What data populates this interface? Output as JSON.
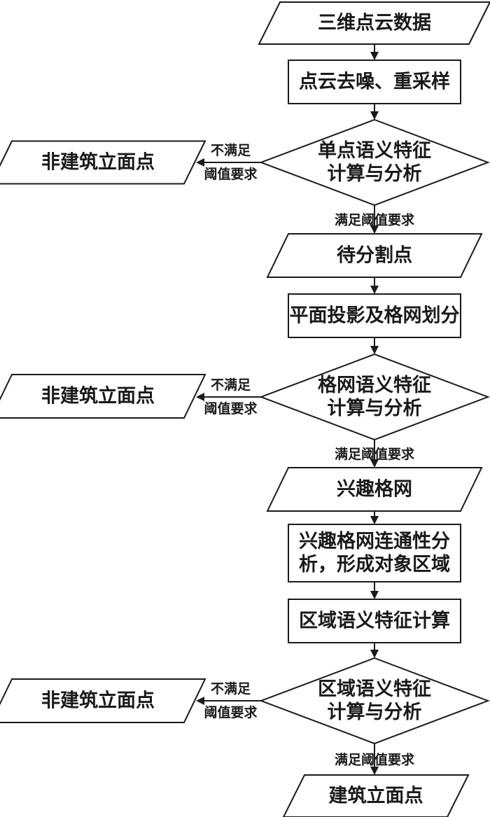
{
  "diagram": {
    "type": "flowchart",
    "nodes": [
      {
        "id": "n1",
        "shape": "parallelogram",
        "lines": [
          "三维点云数据"
        ]
      },
      {
        "id": "n2",
        "shape": "rectangle",
        "lines": [
          "点云去噪、重采样"
        ]
      },
      {
        "id": "n3",
        "shape": "diamond",
        "lines": [
          "单点语义特征",
          "计算与分析"
        ]
      },
      {
        "id": "n3r",
        "shape": "parallelogram",
        "lines": [
          "非建筑立面点"
        ]
      },
      {
        "id": "n4",
        "shape": "parallelogram",
        "lines": [
          "待分割点"
        ]
      },
      {
        "id": "n5",
        "shape": "rectangle",
        "lines": [
          "平面投影及格网划分"
        ]
      },
      {
        "id": "n6",
        "shape": "diamond",
        "lines": [
          "格网语义特征",
          "计算与分析"
        ]
      },
      {
        "id": "n6r",
        "shape": "parallelogram",
        "lines": [
          "非建筑立面点"
        ]
      },
      {
        "id": "n7",
        "shape": "parallelogram",
        "lines": [
          "兴趣格网"
        ]
      },
      {
        "id": "n8",
        "shape": "rectangle",
        "lines": [
          "兴趣格网连通性分",
          "析，形成对象区域"
        ]
      },
      {
        "id": "n9",
        "shape": "rectangle",
        "lines": [
          "区域语义特征计算"
        ]
      },
      {
        "id": "n10",
        "shape": "diamond",
        "lines": [
          "区域语义特征",
          "计算与分析"
        ]
      },
      {
        "id": "n10r",
        "shape": "parallelogram",
        "lines": [
          "非建筑立面点"
        ]
      },
      {
        "id": "n11",
        "shape": "parallelogram",
        "lines": [
          "建筑立面点"
        ]
      }
    ],
    "edges": [
      {
        "from": "n1",
        "to": "n2",
        "label": []
      },
      {
        "from": "n2",
        "to": "n3",
        "label": []
      },
      {
        "from": "n3",
        "to": "n3r",
        "label": [
          "不满足",
          "阈值要求"
        ]
      },
      {
        "from": "n3",
        "to": "n4",
        "label": [
          "满足阈值要求"
        ]
      },
      {
        "from": "n4",
        "to": "n5",
        "label": []
      },
      {
        "from": "n5",
        "to": "n6",
        "label": []
      },
      {
        "from": "n6",
        "to": "n6r",
        "label": [
          "不满足",
          "阈值要求"
        ]
      },
      {
        "from": "n6",
        "to": "n7",
        "label": [
          "满足阈值要求"
        ]
      },
      {
        "from": "n7",
        "to": "n8",
        "label": []
      },
      {
        "from": "n8",
        "to": "n9",
        "label": []
      },
      {
        "from": "n9",
        "to": "n10",
        "label": []
      },
      {
        "from": "n10",
        "to": "n10r",
        "label": [
          "不满足",
          "阈值要求"
        ]
      },
      {
        "from": "n10",
        "to": "n11",
        "label": [
          "满足阈值要求"
        ]
      }
    ]
  }
}
